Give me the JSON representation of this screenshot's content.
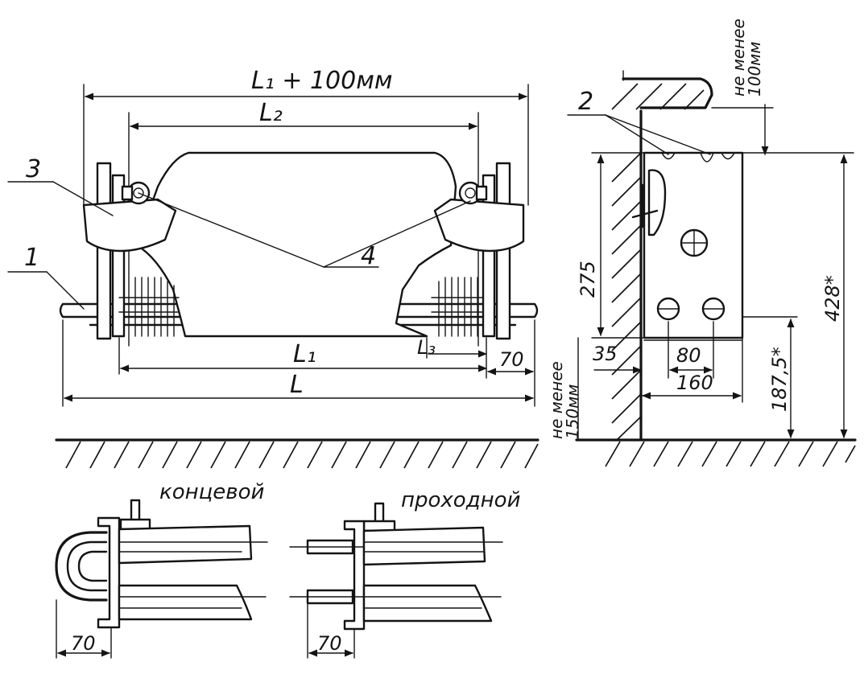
{
  "labels": {
    "dim_l1_plus": "L₁ + 100мм",
    "dim_l2": "L₂",
    "dim_l1": "L₁",
    "dim_l": "L",
    "dim_l3": "L₃",
    "dim_70_main": "70",
    "callout_1": "1",
    "callout_2": "2",
    "callout_3": "3",
    "callout_4": "4",
    "dim_275": "275",
    "dim_428": "428*",
    "dim_187": "187,5*",
    "dim_35": "35",
    "dim_80": "80",
    "dim_160": "160",
    "note_top_line1": "не менее",
    "note_top_line2": "100мм",
    "note_bottom_line1": "не менее",
    "note_bottom_line2": "150мм",
    "caption_end": "концевой",
    "caption_pass": "проходной",
    "dim_70_left": "70",
    "dim_70_right": "70"
  }
}
